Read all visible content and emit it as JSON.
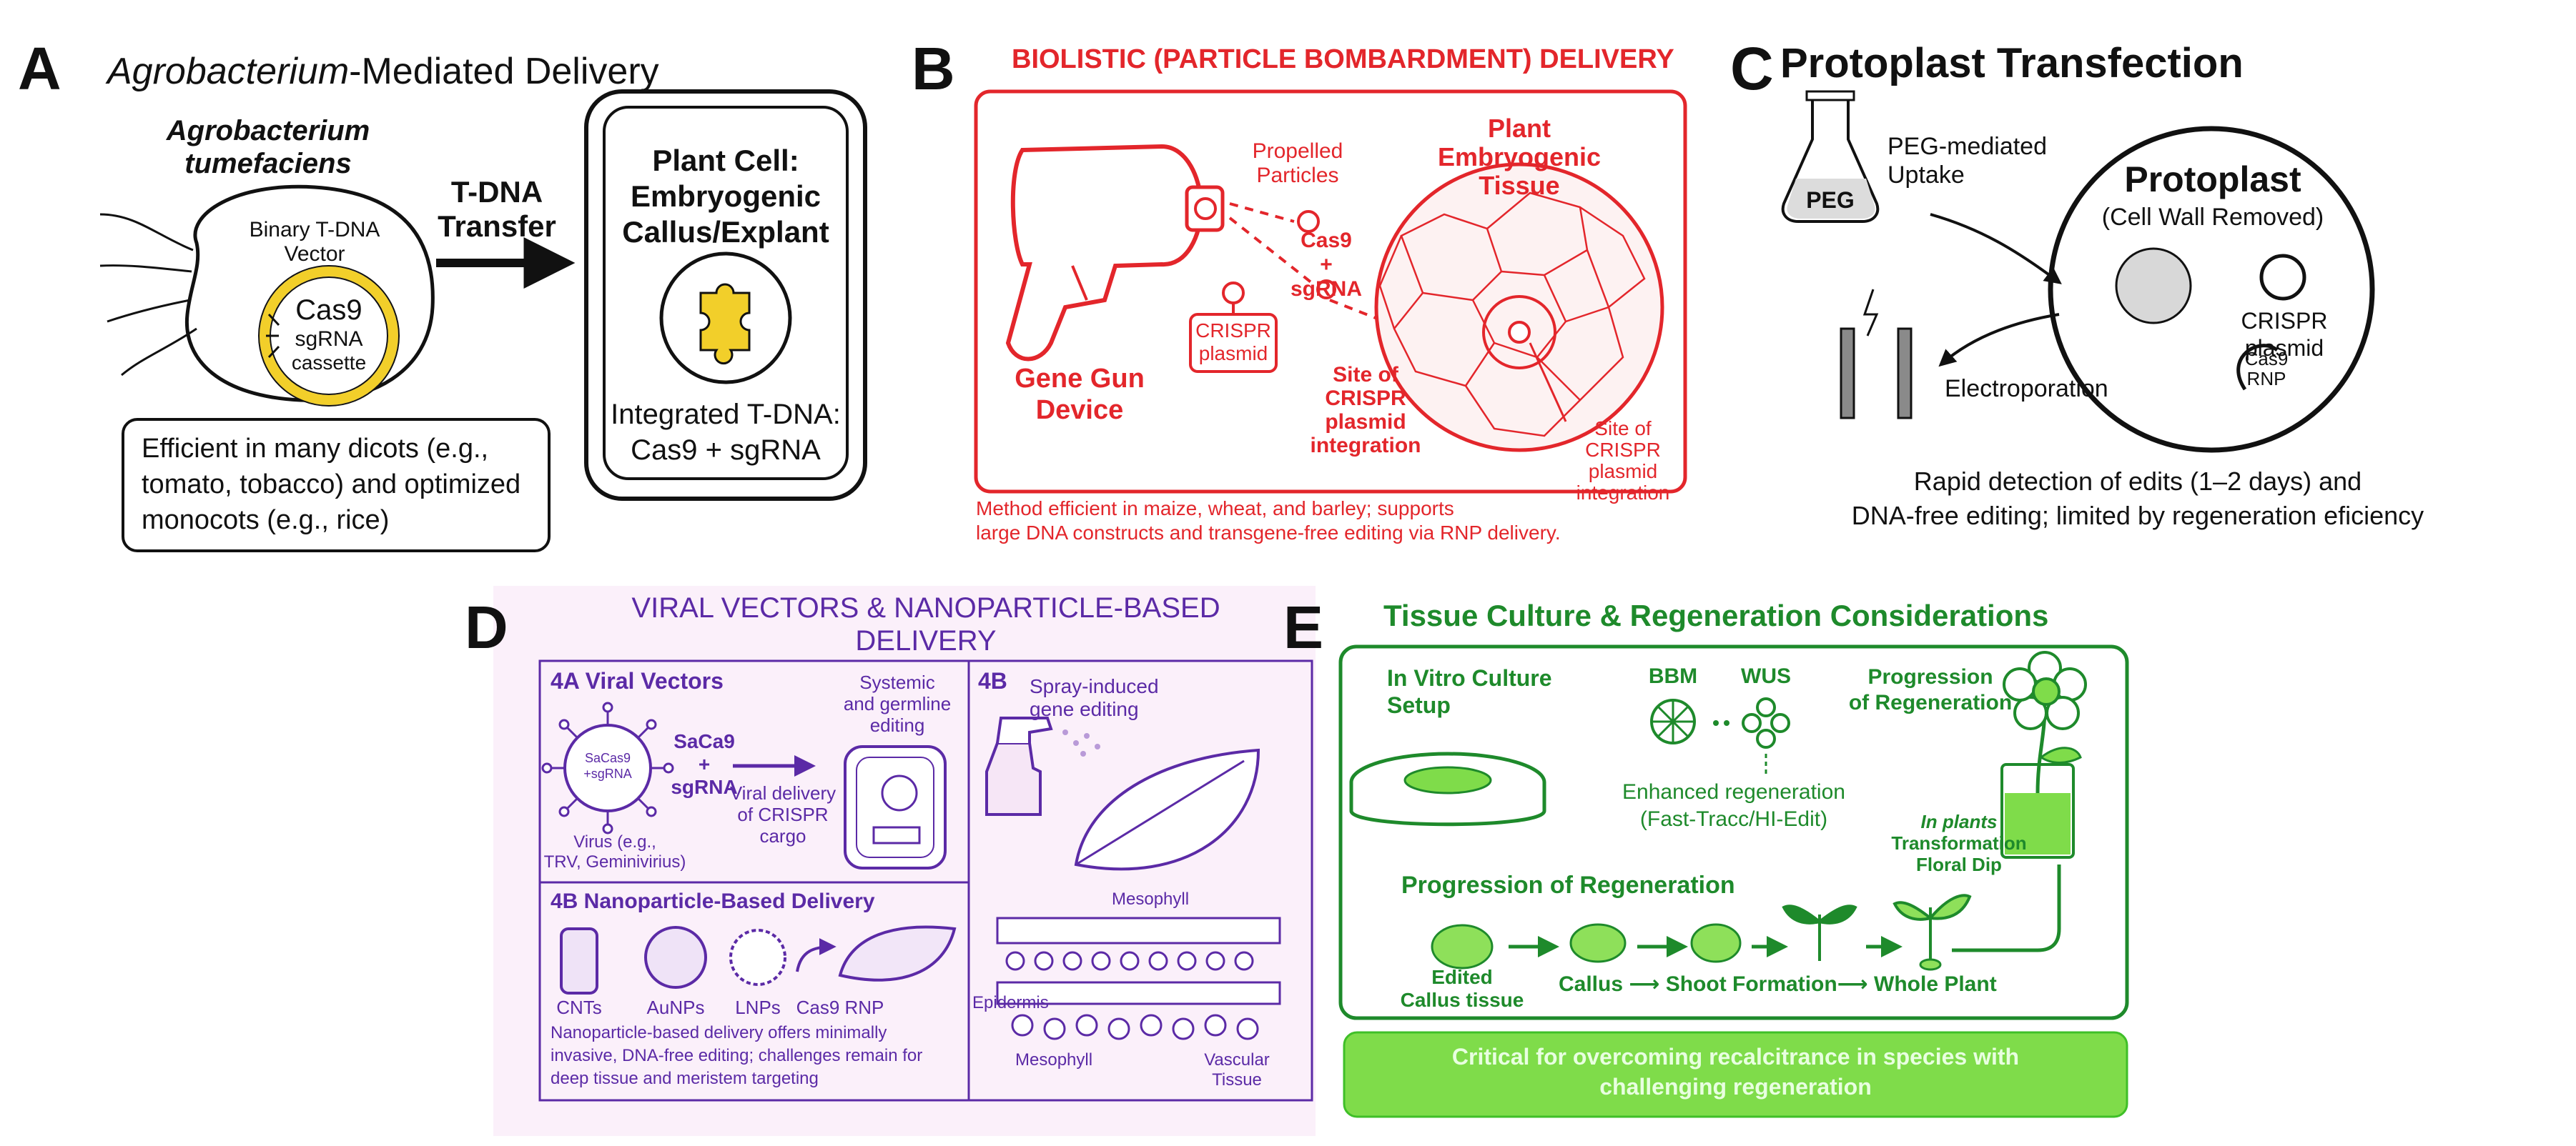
{
  "panelA": {
    "letter": "A",
    "title_italic": "Agrobacterium",
    "title_rest": "-Mediated Delivery",
    "species_line1": "Agrobacterium",
    "species_line2": "tumefaciens",
    "vector_line1": "Binary T-DNA",
    "vector_line2": "Vector",
    "cas9": "Cas9",
    "sgrna": "sgRNA",
    "cassette": "cassette",
    "transfer_line1": "T-DNA",
    "transfer_line2": "Transfer",
    "cell_line1": "Plant Cell:",
    "cell_line2": "Embryogenic",
    "cell_line3": "Callus/Explant",
    "integrated_line1": "Integrated T-DNA:",
    "integrated_line2": "Cas9 + sgRNA",
    "caption_line1": "Efficient in many dicots (e.g.,",
    "caption_line2": "tomato, tobacco) and optimized",
    "caption_line3": "monocots (e.g., rice)"
  },
  "panelB": {
    "letter": "B",
    "title": "BIOLISTIC (PARTICLE BOMBARDMENT) DELIVERY",
    "propelled_line1": "Propelled",
    "propelled_line2": "Particles",
    "cas9_line1": "Cas9",
    "cas9_line2": "+ sgRNA",
    "crispr_line1": "CRISPR",
    "crispr_line2": "plasmid",
    "gun_line1": "Gene Gun",
    "gun_line2": "Device",
    "tissue_line1": "Plant Embryogenic",
    "tissue_line2": "Tissue",
    "site1_line1": "Site of",
    "site1_line2": "CRISPR",
    "site1_line3": "plasmid",
    "site1_line4": "integration",
    "site2_line1": "Site of",
    "site2_line2": "CRISPR",
    "site2_line3": "plasmid",
    "site2_line4": "integration",
    "caption_line1": "Method efficient in maize, wheat, and barley; supports",
    "caption_line2": "large DNA constructs and transgene-free editing via RNP delivery."
  },
  "panelC": {
    "letter": "C",
    "title": "Protoplast Transfection",
    "peg": "PEG",
    "peg_line1": "PEG-mediated",
    "peg_line2": "Uptake",
    "protoplast": "Protoplast",
    "wall": "(Cell Wall Removed)",
    "crispr_line1": "CRISPR",
    "crispr_line2": "plasmid",
    "rnp_line1": "Cas9",
    "rnp_line2": "RNP",
    "electroporation": "Electroporation",
    "caption_line1": "Rapid detection of edits (1–2 days) and",
    "caption_line2": "DNA-free editing; limited by regeneration eficiency"
  },
  "panelD": {
    "letter": "D",
    "title_line1": "VIRAL VECTORS & NANOPARTICLE-BASED",
    "title_line2": "DELIVERY",
    "sec4a": "4A  Viral Vectors",
    "virus_inner1": "SaCas9",
    "virus_inner2": "+sgRNA",
    "saca9_line1": "SaCa9",
    "saca9_line2": "+ sgRNA",
    "systemic_line1": "Systemic",
    "systemic_line2": "and germline",
    "systemic_line3": "editing",
    "viral_line1": "Viral delivery",
    "viral_line2": "of CRISPR",
    "viral_line3": "cargo",
    "virus_eg_line1": "Virus (e.g.,",
    "virus_eg_line2": "TRV, Geminivirius)",
    "sec4b_top": "4B",
    "spray_line1": "Spray-induced",
    "spray_line2": "gene editing",
    "sec4b": "4B  Nanoparticle-Based Delivery",
    "cnts": "CNTs",
    "aunps": "AuNPs",
    "lnps": "LNPs",
    "cas9rnp": "Cas9 RNP",
    "mesophyll_top": "Mesophyll",
    "epidermis": "Epidermis",
    "mesophyll_bottom": "Mesophyll",
    "vascular_line1": "Vascular",
    "vascular_line2": "Tissue",
    "caption_line1": "Nanoparticle-based delivery offers minimally",
    "caption_line2": "invasive, DNA-free editing; challenges remain for",
    "caption_line3": "deep tissue and meristem targeting"
  },
  "panelE": {
    "letter": "E",
    "title": "Tissue Culture & Regeneration Considerations",
    "invitro_line1": "In Vitro Culture",
    "invitro_line2": "Setup",
    "bbm": "BBM",
    "wus": "WUS",
    "enhanced_line1": "Enhanced regeneration",
    "enhanced_line2": "(Fast-Tracc/HI-Edit)",
    "prog_top_line1": "Progression",
    "prog_top_line2": "of Regeneration",
    "inplants": "In plants",
    "transformation": "Transformation",
    "floral": "Floral Dip",
    "progression": "Progression of Regeneration",
    "edited_line1": "Edited",
    "edited_line2": "Callus tissue",
    "flow": "Callus ⟶ Shoot Formation⟶ Whole Plant",
    "banner_line1": "Critical for overcoming recalcitrance in species with",
    "banner_line2": "challenging regeneration"
  },
  "colors": {
    "red": "#e3262b",
    "purple": "#5b2aa6",
    "green": "#1e8a2b",
    "yellow": "#f2cf2a",
    "banner": "#7fdc4a"
  }
}
